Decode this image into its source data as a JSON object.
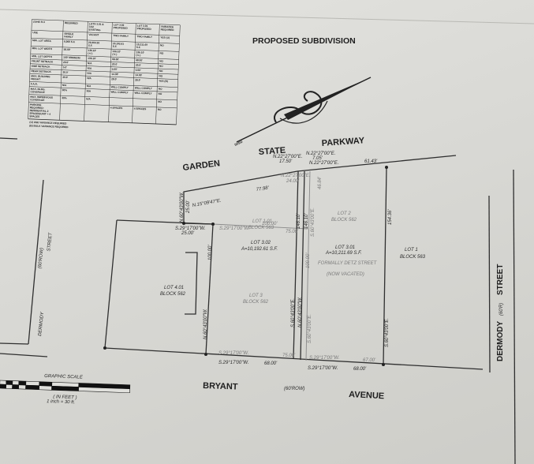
{
  "title": "PROPOSED SUBDIVISION",
  "zoning_table": {
    "headers": [
      "ZONE R-3",
      "REQUIRED",
      "LOTS 3.01 & 3.02 EXISTING",
      "LOT 3.02 PROPOSED",
      "LOT 3.01 PROPOSED",
      "VARIANCE REQUIRED"
    ],
    "rows": [
      [
        "USE",
        "SINGLE FAMILY",
        "VACANT",
        "TWO FAMILY",
        "TWO FAMILY",
        "YES (U)"
      ],
      [
        "MIN. LOT AREA",
        "6,000 S.F.",
        "20,404.30 S.F.",
        "10,192.61 S.F.",
        "10,211.69 S.F.",
        "NO"
      ],
      [
        "MIN. LOT WIDTH",
        "50.00'",
        "136.10' (+/-)",
        "136.10' (+/-)",
        "136.10' (+/-)",
        "NO"
      ],
      [
        "MIN. LOT DEPTH",
        "100' MINIMUM",
        "136.10'",
        "68.00'",
        "68.00'",
        "NO"
      ],
      [
        "FRONT SETBACK",
        "20.0'",
        "N/A",
        "20.0'",
        "20.0'",
        "NO"
      ],
      [
        "SIDE SETBACK",
        "5.0'",
        "N/A",
        "5.00'",
        "5.00'",
        "NO"
      ],
      [
        "REAR SETBACK",
        "20.0'",
        "N/A",
        "14.00'",
        "14.00'",
        "NO"
      ],
      [
        "MAX. BUILDING HEIGHT",
        "30.0'",
        "N/A",
        "28.0'",
        "28.0'",
        "YES (B)"
      ],
      [
        "F.A.R.",
        "N/A",
        "N/A",
        "WILL COMPLY",
        "WILL COMPLY",
        "NO"
      ],
      [
        "MAX. BLDG. COVERAGE",
        "30%",
        "N/A",
        "WILL COMPLY",
        "WILL COMPLY",
        "NO"
      ],
      [
        "MAX. IMPERVIOUS COVERAGE",
        "30%",
        "N/A",
        "",
        "",
        "NO"
      ],
      [
        "PARKING REQUIRED: RESIDENTIAL 2 SPACES/UNIT = 4 SPACES",
        "",
        "",
        "4 SPACES",
        "4 SPACES",
        "NO"
      ]
    ],
    "notes": [
      "(U) USE VARIANCE REQUIRED",
      "(B) BULK VARIANCE REQUIRED"
    ]
  },
  "north_arrow_label": "SEED",
  "streets": {
    "garden": "GARDEN",
    "state": "STATE",
    "parkway": "PARKWAY",
    "dermody_left": "DERMODY",
    "dermody_left_street": "STREET",
    "dermody_left_row": "(60'ROW)",
    "dermody_right": "DERMODY",
    "dermody_right_row": "(60'R)",
    "dermody_right_street": "STREET",
    "bryant": "BRYANT",
    "bryant_row": "(60'ROW)",
    "avenue": "AVENUE"
  },
  "lots": {
    "lot_1_01": [
      "LOT 1.01",
      "BLOCK 563"
    ],
    "lot_2": [
      "LOT 2",
      "BLOCK 562"
    ],
    "lot_3_02": [
      "LOT 3.02",
      "A=10,192.61 S.F."
    ],
    "lot_3_01": [
      "LOT 3.01",
      "A=10,211.69 S.F."
    ],
    "lot_3": [
      "LOT 3",
      "BLOCK 562"
    ],
    "lot_4_01": [
      "LOT 4.01",
      "BLOCK 562"
    ],
    "lot_1": [
      "LOT 1",
      "BLOCK 563"
    ],
    "former_street": [
      "FORMALLY DETZ STREET",
      "(NOW VACATED)"
    ]
  },
  "dimensions": {
    "b1": "N.15°09'47\"E.",
    "d1": "77.98'",
    "b2": "N.22°27'00\"E.",
    "d2": "17.50'",
    "b3": "N.22°27'00\"E.",
    "d3": "7.05'",
    "b4": "N.22°27'00\"E.",
    "d4": "61.43'",
    "b5": "N.22°27'00\"E.",
    "d5": "24.00'",
    "b6": "N.60°43'00\"W.",
    "d6": "25.00'",
    "b7": "S.29°17'00\"W.",
    "d7": "25.00'",
    "b8": "S.29°17'00\"W.",
    "d8": "100.00'",
    "d9": "75.00'",
    "d10": "146.10'",
    "d11": "146.10'",
    "b12": "S.60°43'00\"E.",
    "d12": "46.84'",
    "d13": "154.36'",
    "d14": "100.00'",
    "d15": "100.00'",
    "b16": "N.60°43'00\"W.",
    "b17": "S.60°43'00\"E.",
    "b18": "N.60°43'00\"W.",
    "b19": "S.60°43'00\"E.",
    "b20": "S.60°43'00\"E.",
    "b21": "S.29°17'00\"W.",
    "d21": "75.00'",
    "b22": "S.29°17'00\"W.",
    "d22": "67.00'",
    "b23": "S.29°17'00\"W.",
    "d23": "68.00'",
    "b24": "S.29°17'00\"W.",
    "d24": "68.00'"
  },
  "graphic_scale": {
    "title": "GRAPHIC SCALE",
    "unit": "( IN FEET )",
    "ratio": "1 inch = 30 ft."
  }
}
